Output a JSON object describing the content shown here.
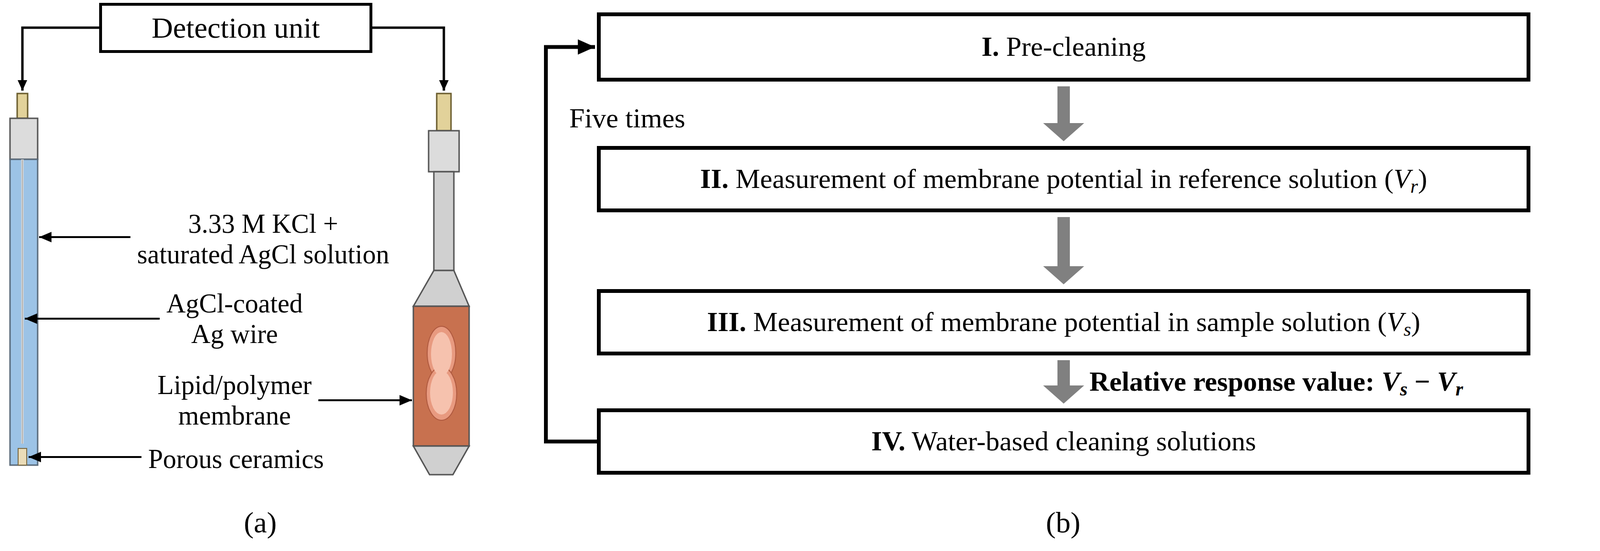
{
  "diagram": {
    "nodes": [
      {
        "text": [
          "Detection unit"
        ]
      },
      {
        "text": [
          "I. Pre-cleaning"
        ]
      },
      {
        "text": [
          "II. Measurement of membrane potential in reference solution (Vr)"
        ]
      },
      {
        "text": [
          "III. Measurement of membrane potential in sample solution (Vs)"
        ]
      },
      {
        "text": [
          "IV. Water-based cleaning solutions"
        ]
      }
    ],
    "edges": [
      {
        "from": 1,
        "to": 2,
        "arrow": "to"
      },
      {
        "from": 2,
        "to": 3,
        "arrow": "to"
      },
      {
        "from": 3,
        "to": 4,
        "arrow": "to",
        "label": "Relative response value: Vs − Vr"
      },
      {
        "from": 4,
        "to": 1,
        "arrow": "to",
        "label": "Five times"
      }
    ],
    "labels": [
      "3.33 M KCl + saturated AgCl solution",
      "AgCl-coated Ag wire",
      "Lipid/polymer membrane",
      "Porous ceramics",
      "(a)",
      "(b)"
    ]
  }
}
